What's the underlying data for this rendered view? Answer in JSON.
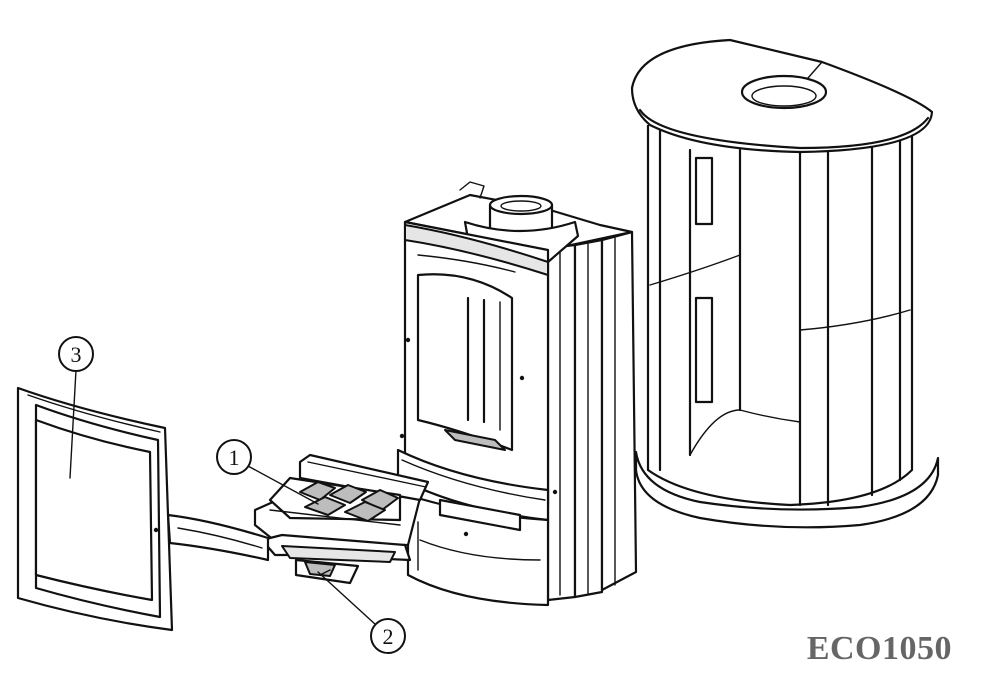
{
  "diagram": {
    "callouts": [
      {
        "id": "1",
        "label": "1"
      },
      {
        "id": "2",
        "label": "2"
      },
      {
        "id": "3",
        "label": "3"
      }
    ],
    "model_code": "ECO1050"
  }
}
